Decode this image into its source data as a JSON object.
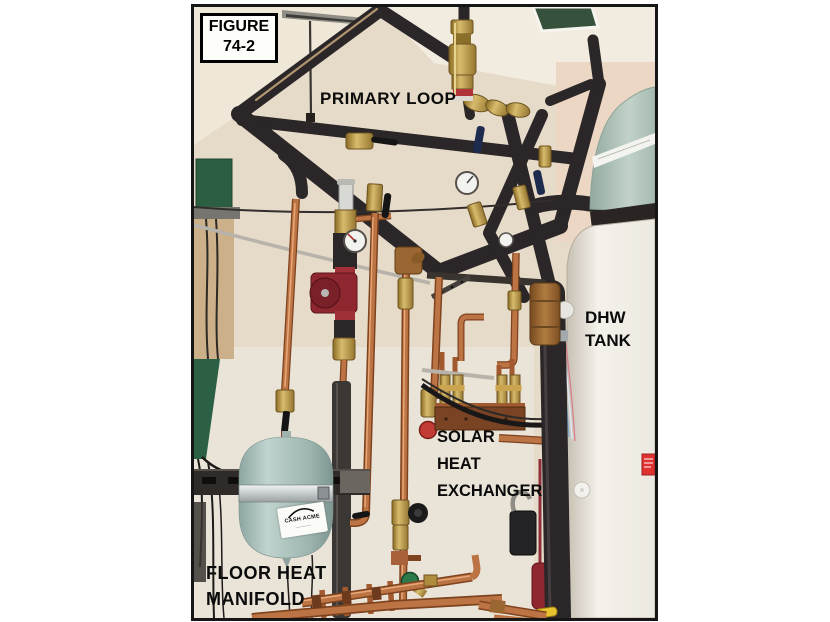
{
  "figure_box": {
    "line1": "FIGURE",
    "line2": "74-2"
  },
  "labels": {
    "primary_loop": "PRIMARY LOOP",
    "dhw_tank": [
      "DHW",
      "TANK"
    ],
    "solar_heat_exchanger": [
      "SOLAR",
      "HEAT",
      "EXCHANGER"
    ],
    "floor_heat_manifold": [
      "FLOOR HEAT",
      "MANIFOLD"
    ],
    "expansion_tank_brand": "CASH ACME"
  },
  "colors": {
    "page_background": "#ffffff",
    "photo_border": "#161616",
    "wall": "#e6dac8",
    "ceiling": "#f2ebdf",
    "right_wall": "#ebd7c3",
    "insulated_pipe_black": "#2b2627",
    "copper": "#bd7444",
    "brass": "#c2a04c",
    "bronze": "#9a6632",
    "pump_red": "#8e2730",
    "expansion_tank_green": "#a9c0bb",
    "dhw_dome_green": "#a4bab0",
    "dhw_tank_white": "#f2efe8",
    "skylight_green": "#36523d",
    "panel_green": "#2c5e42",
    "warning_sticker_red": "#e03131",
    "drain_valve_green": "#2c7a4a",
    "gauge_face": "#f2f2ef"
  }
}
